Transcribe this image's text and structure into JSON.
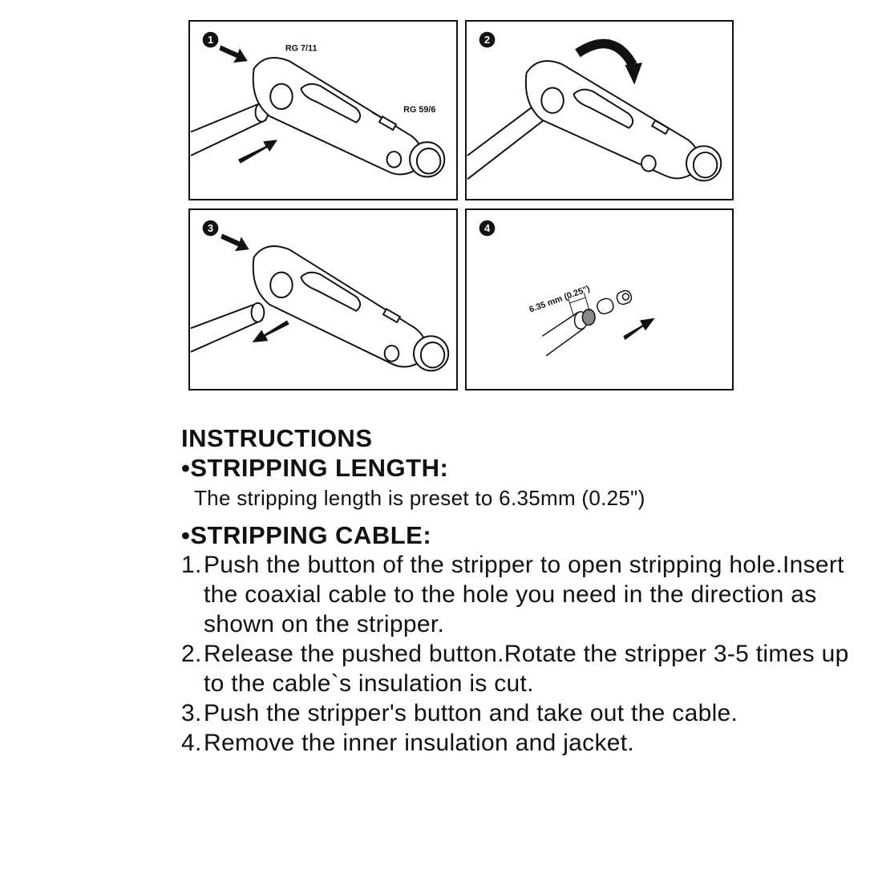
{
  "panels": [
    {
      "number": "1",
      "labels": {
        "top": "RG 7/11",
        "side": "RG 59/6"
      }
    },
    {
      "number": "2"
    },
    {
      "number": "3"
    },
    {
      "number": "4",
      "dimension": "6.35 mm (0.25\")"
    }
  ],
  "instructions": {
    "title": "INSTRUCTIONS",
    "length_heading": "•STRIPPING LENGTH:",
    "length_text": "The stripping length is preset to 6.35mm (0.25\")",
    "cable_heading": "•STRIPPING CABLE:",
    "steps": [
      {
        "num": "1.",
        "text": "Push the button of the stripper to open stripping hole.Insert the coaxial cable to the hole you need in the direction as shown on the stripper."
      },
      {
        "num": "2.",
        "text": "Release the pushed button.Rotate the stripper 3-5 times up to the cable`s insulation is cut."
      },
      {
        "num": "3.",
        "text": "Push the stripper's button and take out the cable."
      },
      {
        "num": "4.",
        "text": "Remove the inner insulation and jacket."
      }
    ]
  }
}
